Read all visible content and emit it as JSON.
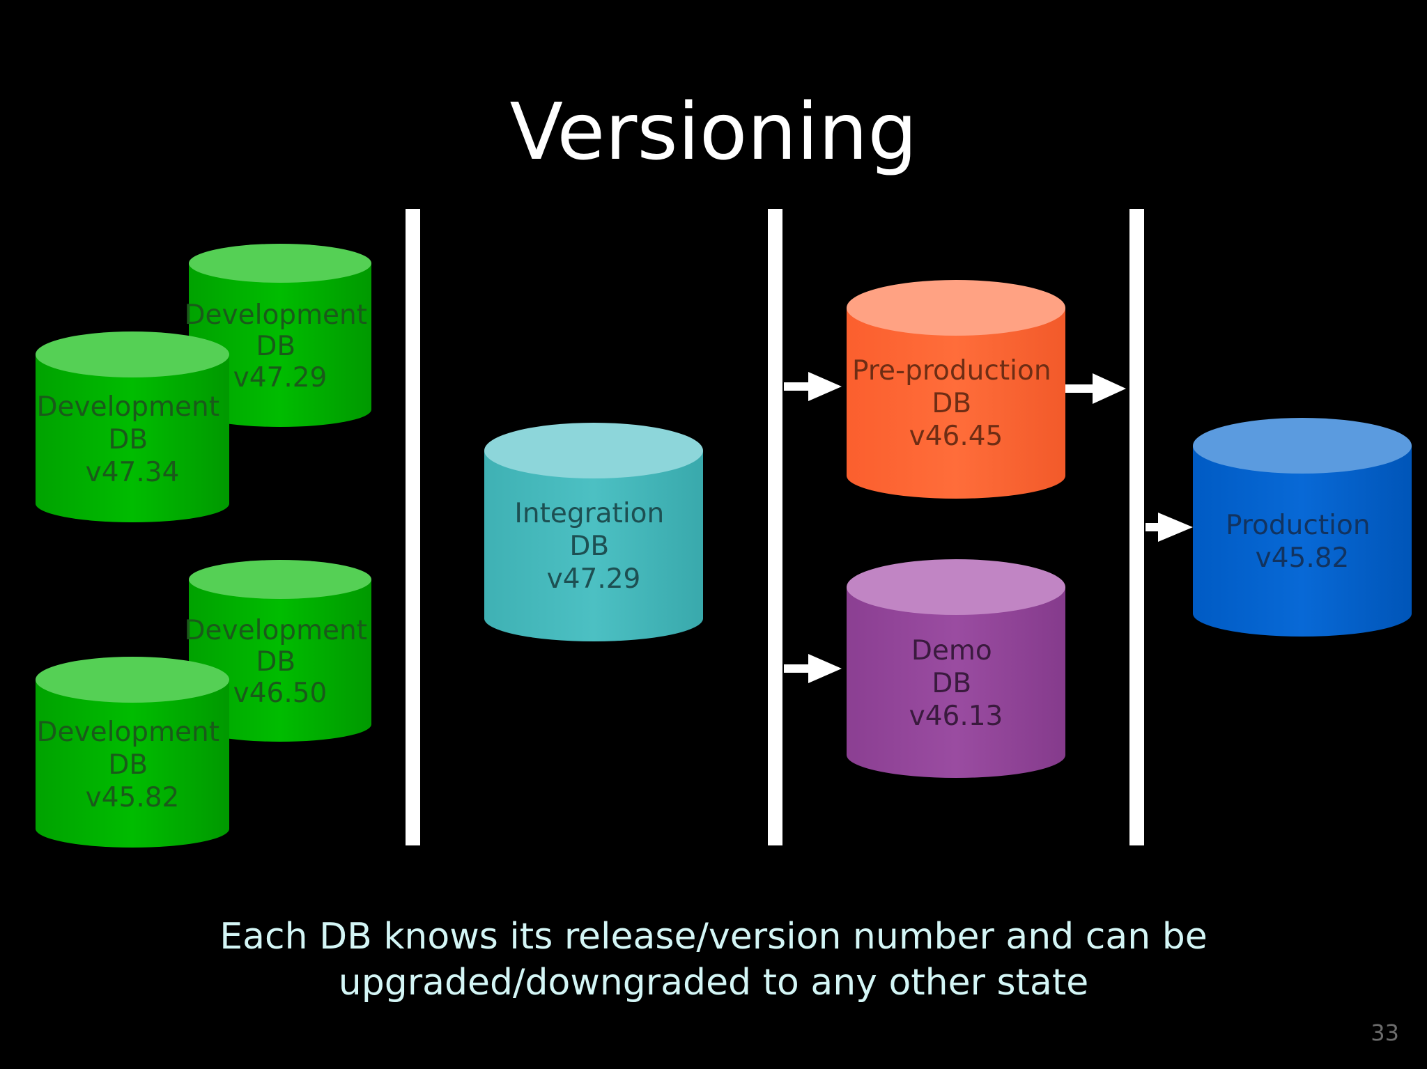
{
  "title": "Versioning",
  "colors": {
    "background": "#000000",
    "development": "#00b000",
    "integration": "#45b8bb",
    "preproduction": "#ff6633",
    "demo": "#924599",
    "production": "#0061cc",
    "divider": "#ffffff"
  },
  "databases": {
    "dev_1": {
      "lines": [
        "Development",
        "DB",
        "v47.29"
      ]
    },
    "dev_2": {
      "lines": [
        "Development",
        "DB",
        "v47.34"
      ]
    },
    "dev_3": {
      "lines": [
        "Development",
        "DB",
        "v46.50"
      ]
    },
    "dev_4": {
      "lines": [
        "Development",
        "DB",
        "v45.82"
      ]
    },
    "integration": {
      "lines": [
        "Integration",
        "DB",
        "v47.29"
      ]
    },
    "preproduction": {
      "lines": [
        "Pre-production",
        "DB",
        "v46.45"
      ]
    },
    "demo": {
      "lines": [
        "Demo",
        "DB",
        "v46.13"
      ]
    },
    "production": {
      "lines": [
        "Production",
        "v45.82"
      ]
    }
  },
  "caption": {
    "line1": "Each DB knows its release/version number and can be",
    "line2": "upgraded/downgraded to any other state"
  },
  "page_number": "33"
}
